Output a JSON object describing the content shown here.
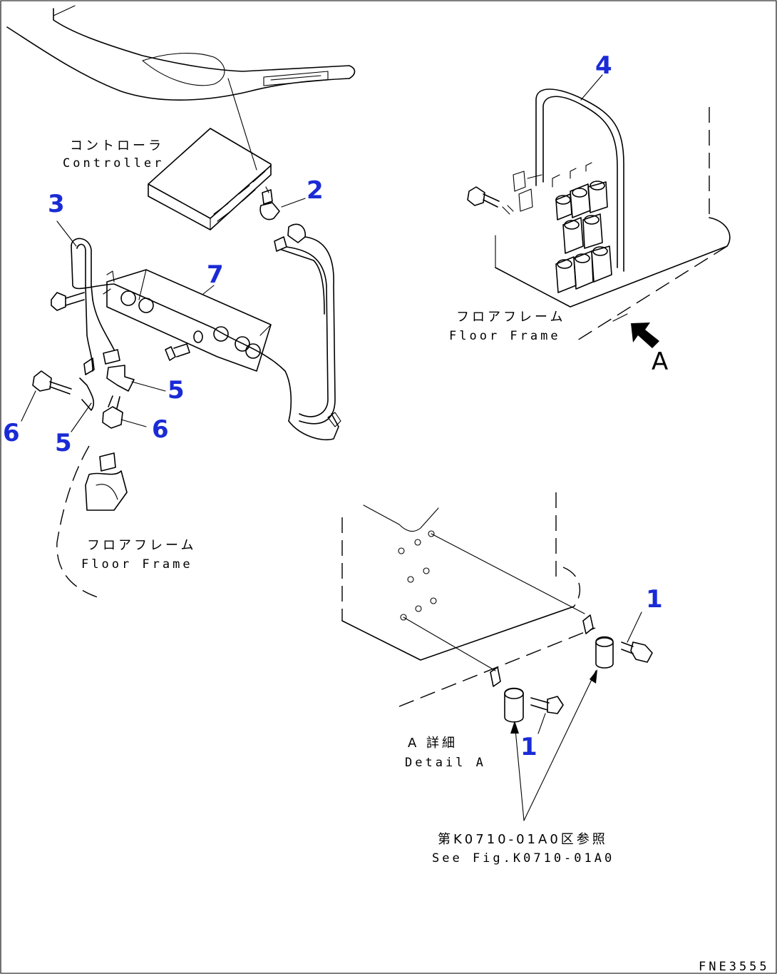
{
  "callouts": {
    "c1a": "1",
    "c1b": "1",
    "c2": "2",
    "c3": "3",
    "c4": "4",
    "c5a": "5",
    "c5b": "5",
    "c6a": "6",
    "c6b": "6",
    "c7": "7"
  },
  "labels": {
    "controller_jp": "コントローラ",
    "controller_en": "Controller",
    "floor_frame_top_jp": "フロアフレーム",
    "floor_frame_top_en": "Floor Frame",
    "floor_frame_left_jp": "フロアフレーム",
    "floor_frame_left_en": "Floor Frame",
    "view_arrow_letter": "A",
    "detail_jp": "A 詳細",
    "detail_en": "Detail A",
    "ref_jp": "第K0710-01A0区参照",
    "ref_en": "See Fig.K0710-01A0"
  },
  "drawing_code": "FNE3555",
  "colors": {
    "callout": "#1a2bd6",
    "line": "#000000",
    "background": "#ffffff"
  }
}
